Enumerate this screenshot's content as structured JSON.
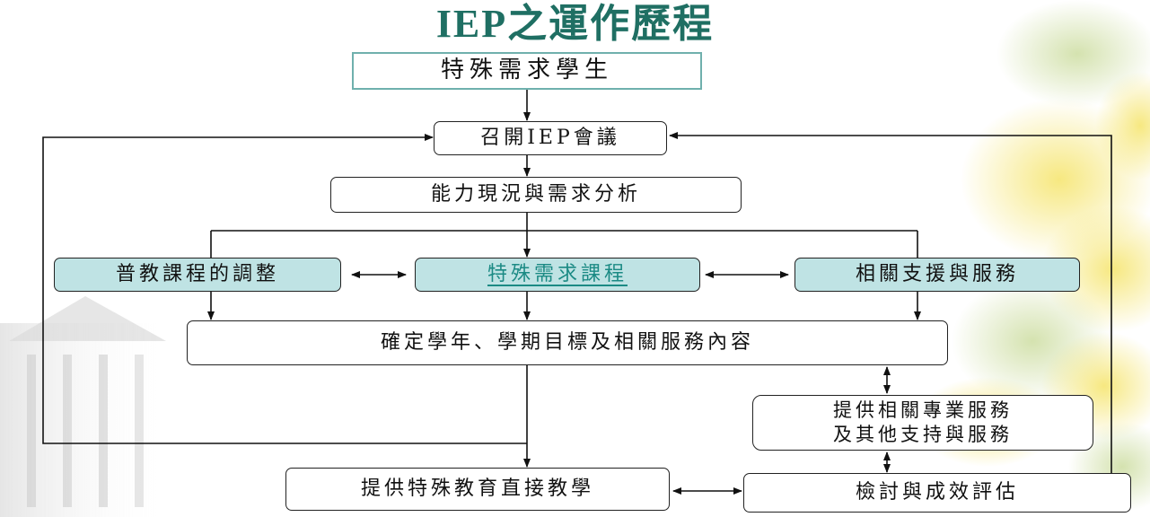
{
  "title": {
    "prefix": "IEP",
    "suffix": "之運作歷程"
  },
  "nodes": {
    "student": "特殊需求學生",
    "meeting": "召開IEP會議",
    "analysis": "能力現況與需求分析",
    "general_curriculum": "普教課程的調整",
    "special_curriculum": "特殊需求課程",
    "support_services": "相關支援與服務",
    "goals": "確定學年、學期目標及相關服務內容",
    "professional_services_line1": "提供相關專業服務",
    "professional_services_line2": "及其他支持與服務",
    "direct_teaching": "提供特殊教育直接教學",
    "evaluation": "檢討與成效評估"
  },
  "colors": {
    "title": "#1f6f63",
    "teal_fill": "#bfe3e4",
    "link_text": "#1b8a84"
  }
}
